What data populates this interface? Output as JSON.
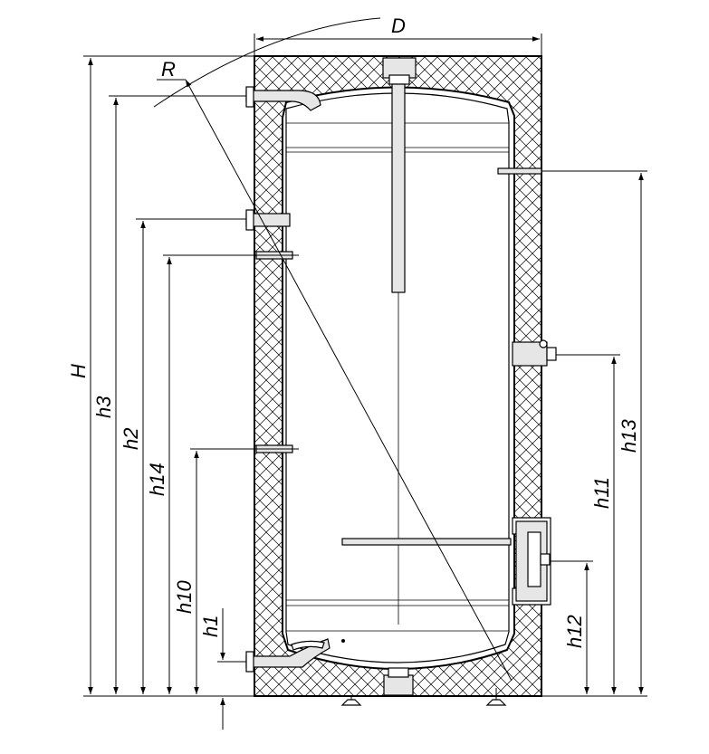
{
  "labels": {
    "D": "D",
    "R": "R",
    "H": "H",
    "h1": "h1",
    "h2": "h2",
    "h3": "h3",
    "h10": "h10",
    "h11": "h11",
    "h12": "h12",
    "h13": "h13",
    "h14": "h14"
  },
  "colors": {
    "line": "#000000",
    "background": "#ffffff",
    "hatch_fill": "#ffffff"
  }
}
